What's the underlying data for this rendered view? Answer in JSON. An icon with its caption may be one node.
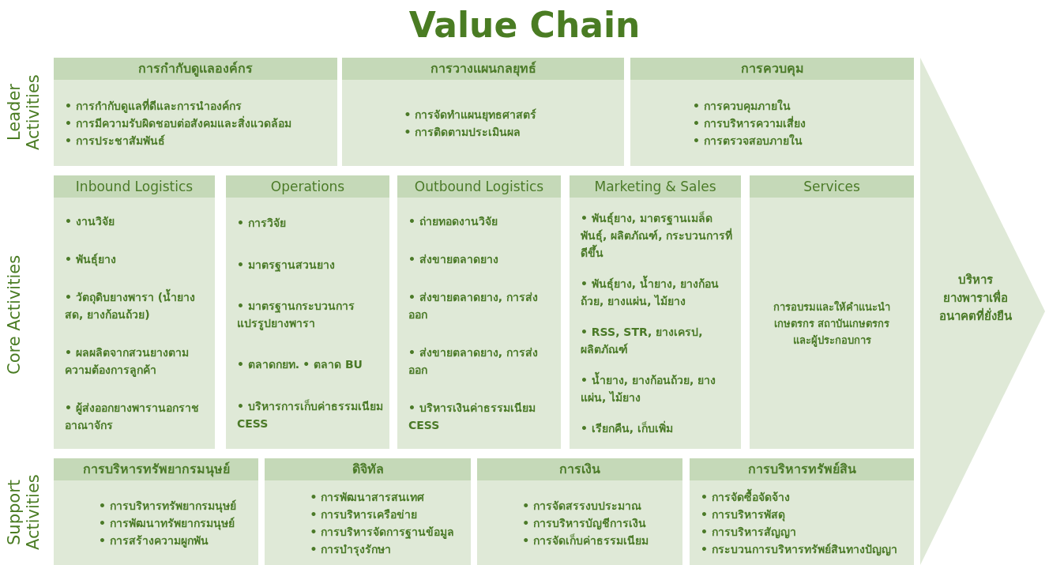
{
  "diagram": {
    "title": "Value Chain",
    "nodes": [
      {
        "text": [
          "การกำกับดูแลองค์กร",
          "• การกำกับดูแลที่ดีและการนำองค์กร",
          "• การมีความรับผิดชอบต่อสังคมและสิ่งแวดล้อม",
          "• การประชาสัมพันธ์"
        ]
      },
      {
        "text": [
          "การวางแผนกลยุทธ์",
          "• การจัดทำแผนยุทธศาสตร์",
          "• การติดตามประเมินผล"
        ]
      },
      {
        "text": [
          "การควบคุม",
          "• การควบคุมภายใน",
          "• การบริหารความเสี่ยง",
          "• การตรวจสอบภายใน"
        ]
      },
      {
        "text": [
          "Inbound Logistics",
          "• งานวิจัย",
          "• พันธุ์ยาง",
          "• วัตถุดิบยางพารา (น้ำยางสด, ยางก้อนถ้วย)",
          "• ผลผลิตจากสวนยางตามความต้องการลูกค้า",
          "• ผู้ส่งออกยางพารานอกราชอาณาจักร"
        ]
      },
      {
        "text": [
          "Operations",
          "• การวิจัย",
          "• มาตรฐานสวนยาง",
          "• มาตรฐานกระบวนการแปรรูปยางพารา",
          "• ตลาดกยท.",
          "• ตลาด BU",
          "• บริหารการเก็บค่าธรรมเนียม CESS"
        ]
      },
      {
        "text": [
          "Outbound Logistics",
          "• ถ่ายทอดงานวิจัย",
          "• ส่งขายตลาดยาง",
          "• ส่งขายตลาดยาง, การส่งออก",
          "• ส่งขายตลาดยาง, การส่งออก",
          "• บริหารเงินค่าธรรมเนียม CESS"
        ]
      },
      {
        "text": [
          "Marketing & Sales",
          "• พันธุ์ยาง, มาตรฐานเมล็ดพันธุ์, ผลิตภัณฑ์, กระบวนการที่ดีขึ้น",
          "• พันธุ์ยาง, น้ำยาง, ยางก้อนถ้วย, ยางแผ่น, ไม้ยาง",
          "• RSS, STR, ยางเครป, ผลิตภัณฑ์",
          "• น้ำยาง, ยางก้อนถ้วย, ยางแผ่น, ไม้ยาง",
          "• เรียกคืน, เก็บเพิ่ม"
        ]
      },
      {
        "text": [
          "Services",
          "การอบรมและให้คำแนะนำเกษตรกร สถาบันเกษตรกร และผู้ประกอบการ"
        ]
      },
      {
        "text": [
          "การบริหารทรัพยากรมนุษย์",
          "• การบริหารทรัพยากรมนุษย์",
          "• การพัฒนาทรัพยากรมนุษย์",
          "• การสร้างความผูกพัน"
        ]
      },
      {
        "text": [
          "ดิจิทัล",
          "• การพัฒนาสารสนเทศ",
          "• การบริหารเครือข่าย",
          "• การบริหารจัดการฐานข้อมูล",
          "• การบำรุงรักษา"
        ]
      },
      {
        "text": [
          "การเงิน",
          "• การจัดสรรงบประมาณ",
          "• การบริหารบัญชีการเงิน",
          "• การจัดเก็บค่าธรรมเนียม"
        ]
      },
      {
        "text": [
          "การบริหารทรัพย์สิน",
          "• การจัดซื้อจัดจ้าง",
          "• การบริหารพัสดุ",
          "• การบริหารสัญญา",
          "• กระบวนการบริหารทรัพย์สินทางปัญญา"
        ]
      },
      {
        "text": [
          "บริหารยางพาราเพื่ออนาคตที่ยั่งยืน"
        ]
      }
    ],
    "labels": [
      "Leader Activities",
      "Core Activities",
      "Support Activities"
    ]
  }
}
